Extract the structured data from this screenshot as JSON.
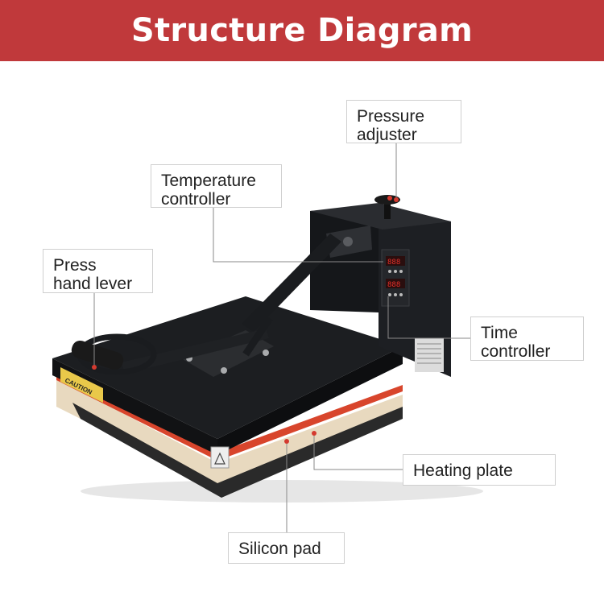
{
  "header": {
    "title": "Structure Diagram",
    "background_color": "#c0393b",
    "title_color": "#ffffff"
  },
  "callouts": {
    "pressure_adjuster": {
      "line1": "Pressure",
      "line2": "adjuster"
    },
    "temperature_controller": {
      "line1": "Temperature",
      "line2": "controller"
    },
    "press_hand_lever": {
      "line1": "Press",
      "line2": "hand lever"
    },
    "time_controller": {
      "line1": "Time",
      "line2": "controller"
    },
    "heating_plate": {
      "line1": "Heating plate"
    },
    "silicon_pad": {
      "line1": "Silicon pad"
    }
  },
  "machine_labels": {
    "caution_label": "CAUTION"
  },
  "colors": {
    "machine_body": "#15171a",
    "heating_plate_stripe": "#d8452c",
    "silicon_pad": "#e8d9bf",
    "leader_line": "#8a8a8a",
    "display_digits": "#e8302a"
  }
}
